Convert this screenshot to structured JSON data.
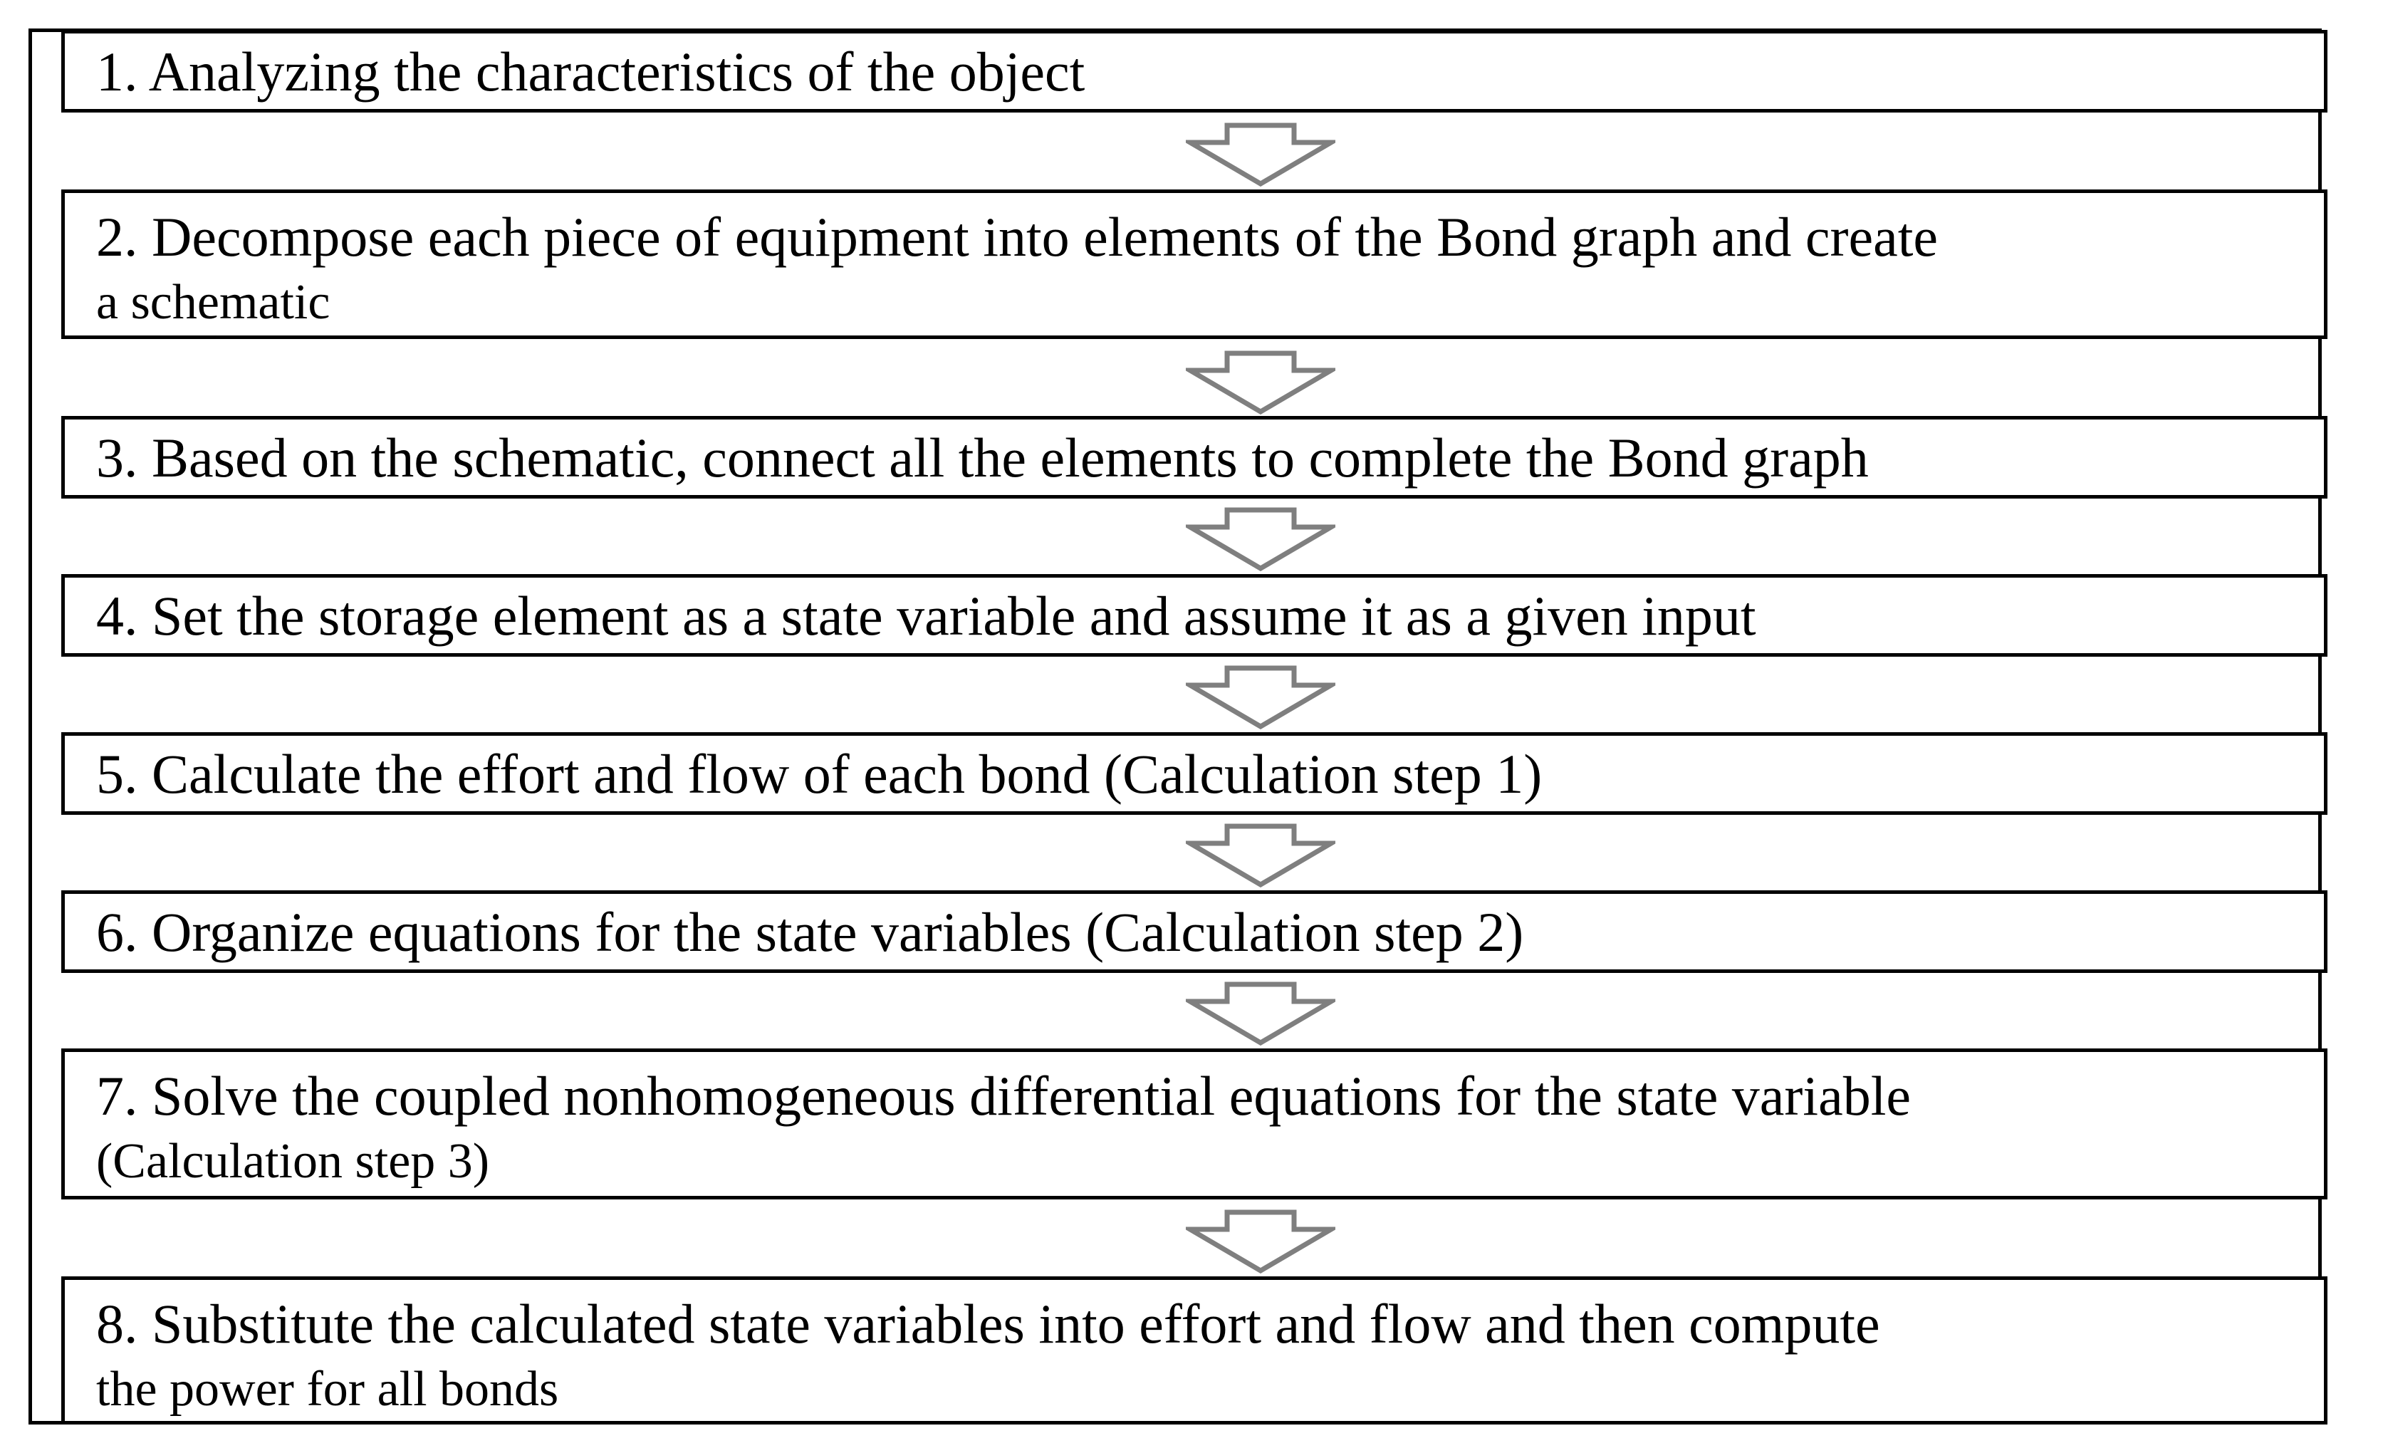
{
  "diagram": {
    "steps": [
      {
        "line1": "1. Analyzing the characteristics of the object",
        "line2": ""
      },
      {
        "line1": "2. Decompose each piece of equipment into elements of the Bond graph and create",
        "line2": "a schematic"
      },
      {
        "line1": "3. Based on the schematic, connect all the elements to complete the Bond graph",
        "line2": ""
      },
      {
        "line1": "4. Set the storage element as a state variable and assume it as a given input",
        "line2": ""
      },
      {
        "line1": "5. Calculate the effort and flow of each bond (Calculation step 1)",
        "line2": ""
      },
      {
        "line1": "6. Organize equations for the state variables (Calculation step 2)",
        "line2": ""
      },
      {
        "line1": "7. Solve the coupled nonhomogeneous differential equations for the state variable",
        "line2": "(Calculation step 3)"
      },
      {
        "line1": "8. Substitute the calculated state variables into effort and flow and then compute",
        "line2": "the power for all bonds"
      }
    ],
    "arrow_color": "#7f7f7f",
    "border_color": "#000000"
  }
}
